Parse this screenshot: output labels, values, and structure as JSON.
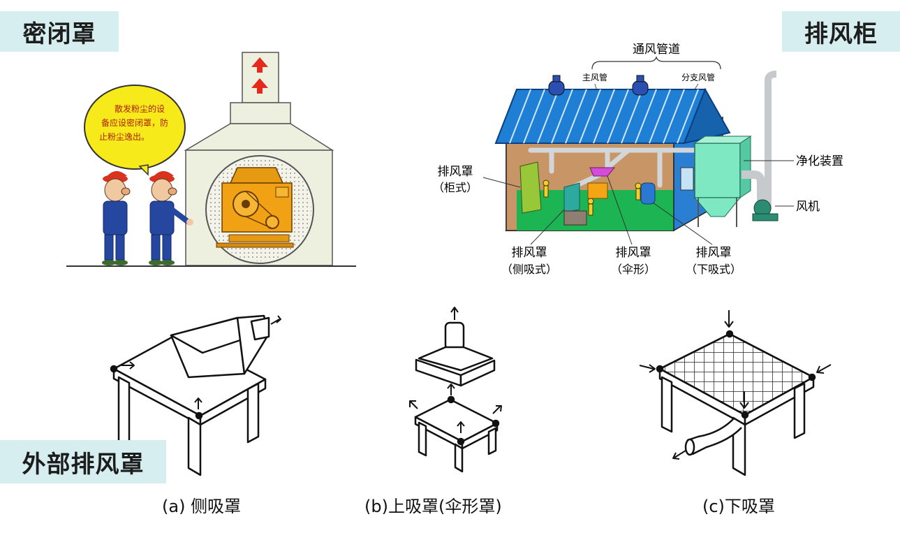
{
  "sections": {
    "closed_hood": "密闭罩",
    "exhaust_cabinet": "排风柜",
    "external_hood": "外部排风罩"
  },
  "closed_hood_panel": {
    "speech_bubble": [
      "散发粉尘的设",
      "备应设密闭罩，防",
      "止粉尘逸出。"
    ]
  },
  "workshop_panel": {
    "duct_group": "通风管道",
    "main_duct": "主风管",
    "branch_duct": "分支风管",
    "purifier": "净化装置",
    "fan": "风机",
    "hood_cabinet": [
      "排风罩",
      "（柜式）"
    ],
    "hood_side": [
      "排风罩",
      "（侧吸式）"
    ],
    "hood_umbrella": [
      "排风罩",
      "（伞形）"
    ],
    "hood_bottom": [
      "排风罩",
      "（下吸式）"
    ]
  },
  "hood_types": {
    "a": "(a) 侧吸罩",
    "b": "(b)上吸罩(伞形罩)",
    "c": "(c)下吸罩"
  }
}
